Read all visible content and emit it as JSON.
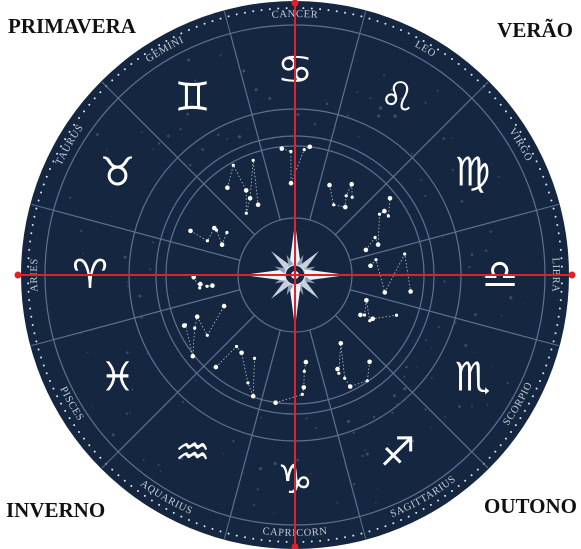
{
  "seasons": {
    "spring": "PRIMAVERA",
    "summer": "VERÃO",
    "winter": "INVERNO",
    "autumn": "OUTONO"
  },
  "signs": [
    {
      "name": "CANCER",
      "glyph": "♋"
    },
    {
      "name": "LEO",
      "glyph": "♌"
    },
    {
      "name": "VIRGO",
      "glyph": "♍"
    },
    {
      "name": "LIBRA",
      "glyph": "♎"
    },
    {
      "name": "SCORPIO",
      "glyph": "♏"
    },
    {
      "name": "SAGITTARIUS",
      "glyph": "♐"
    },
    {
      "name": "CAPRICORN",
      "glyph": "♑"
    },
    {
      "name": "AQUARIUS",
      "glyph": "♒"
    },
    {
      "name": "PISCES",
      "glyph": "♓"
    },
    {
      "name": "ARIES",
      "glyph": "♈"
    },
    {
      "name": "TAURUS",
      "glyph": "♉"
    },
    {
      "name": "GEMINI",
      "glyph": "♊"
    }
  ],
  "colors": {
    "wheel": "#142640",
    "ring_lines": "#5d7290",
    "axis": "#e0212b",
    "text_light": "#c4ccd8",
    "compass": "#d8dde6"
  },
  "icons": {
    "center": "compass-rose-icon",
    "constellations": "constellation-star-icon"
  }
}
